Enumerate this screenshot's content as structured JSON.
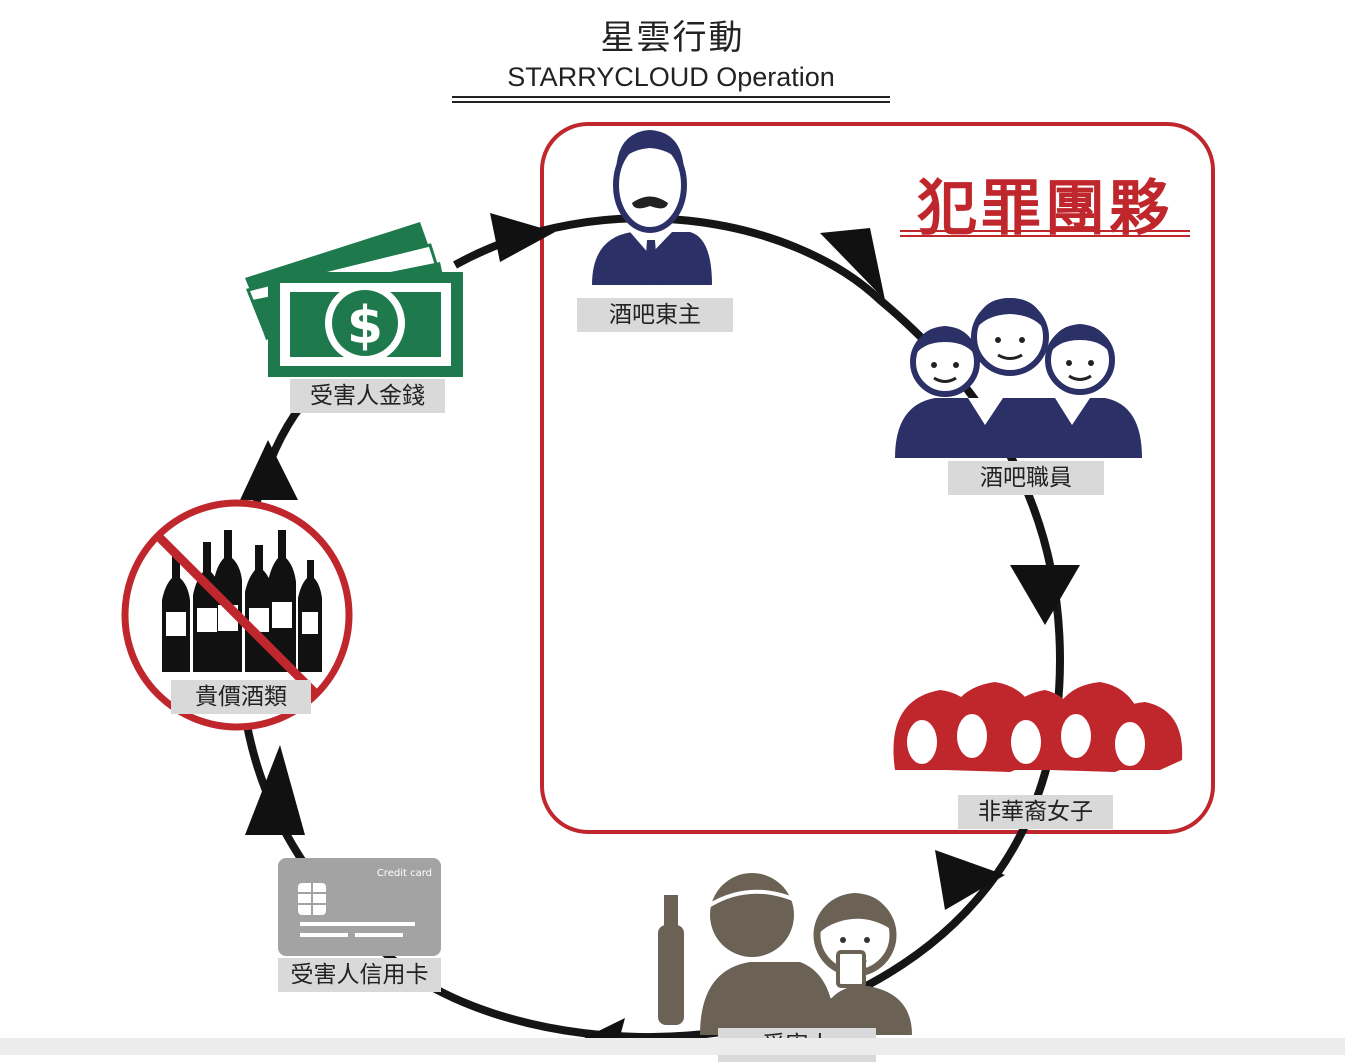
{
  "header": {
    "title": "星雲行動",
    "subtitle": "STARRYCLOUD Operation"
  },
  "group": {
    "title": "犯罪團夥"
  },
  "nodes": {
    "boss": {
      "label": "酒吧東主",
      "icon": "bar-owner-icon"
    },
    "staff": {
      "label": "酒吧職員",
      "icon": "bar-staff-icon"
    },
    "women": {
      "label": "非華裔女子",
      "icon": "women-icon"
    },
    "victim": {
      "label": "受害人",
      "icon": "victim-icon"
    },
    "card": {
      "label": "受害人信用卡",
      "icon": "credit-card-icon",
      "card_text": "Credit card"
    },
    "liquor": {
      "label": "貴價酒類",
      "icon": "no-liquor-icon"
    },
    "money": {
      "label": "受害人金錢",
      "icon": "money-icon"
    }
  },
  "colors": {
    "group_red": "#c0272d",
    "navy": "#2b3166",
    "money_green": "#1e7a4c",
    "victim_brown": "#6b6255",
    "card_gray": "#a3a3a3"
  }
}
